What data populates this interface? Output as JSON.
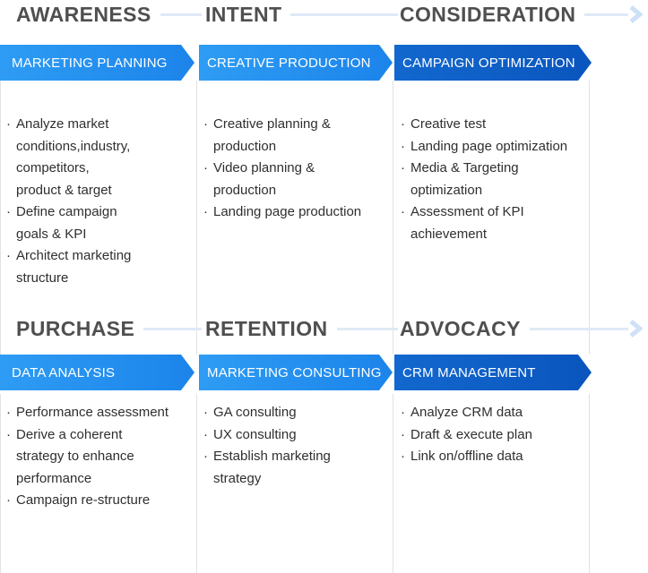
{
  "palette": {
    "banner_blue_light": "#2e9cf4",
    "banner_blue_light_end": "#1c84ea",
    "banner_blue_dark": "#1268ce",
    "banner_blue_dark_end": "#0a55be",
    "phase_title_gray": "#4f4f4f",
    "flow_line_blue": "#dfe9f7",
    "flow_arrow_blue": "#cfe1f6",
    "divider_gray": "#e3e2e2",
    "body_text": "#2f2f2f",
    "banner_text": "#ffffff"
  },
  "icons": {
    "flow_arrow": "chevron-right"
  },
  "stages": [
    {
      "phase": "AWARENESS",
      "service": "MARKETING PLANNING",
      "bullets": [
        "Analyze market\nconditions,industry,\ncompetitors,\nproduct & target",
        "Define campaign\ngoals & KPI",
        "Architect marketing\nstructure"
      ]
    },
    {
      "phase": "INTENT",
      "service": "CREATIVE PRODUCTION",
      "bullets": [
        "Creative planning &\nproduction",
        "Video planning &\nproduction",
        "Landing page production"
      ]
    },
    {
      "phase": "CONSIDERATION",
      "service": "CAMPAIGN OPTIMIZATION",
      "bullets": [
        "Creative test",
        "Landing page optimization",
        "Media & Targeting\noptimization",
        "Assessment of KPI\nachievement"
      ]
    },
    {
      "phase": "PURCHASE",
      "service": "DATA ANALYSIS",
      "bullets": [
        "Performance assessment",
        "Derive a coherent\nstrategy to enhance\nperformance",
        "Campaign re-structure"
      ]
    },
    {
      "phase": "RETENTION",
      "service": "MARKETING CONSULTING",
      "bullets": [
        "GA consulting",
        "UX consulting",
        "Establish marketing\nstrategy"
      ]
    },
    {
      "phase": "ADVOCACY",
      "service": "CRM MANAGEMENT",
      "bullets": [
        "Analyze CRM data",
        "Draft & execute plan",
        "Link on/offline data"
      ]
    }
  ]
}
